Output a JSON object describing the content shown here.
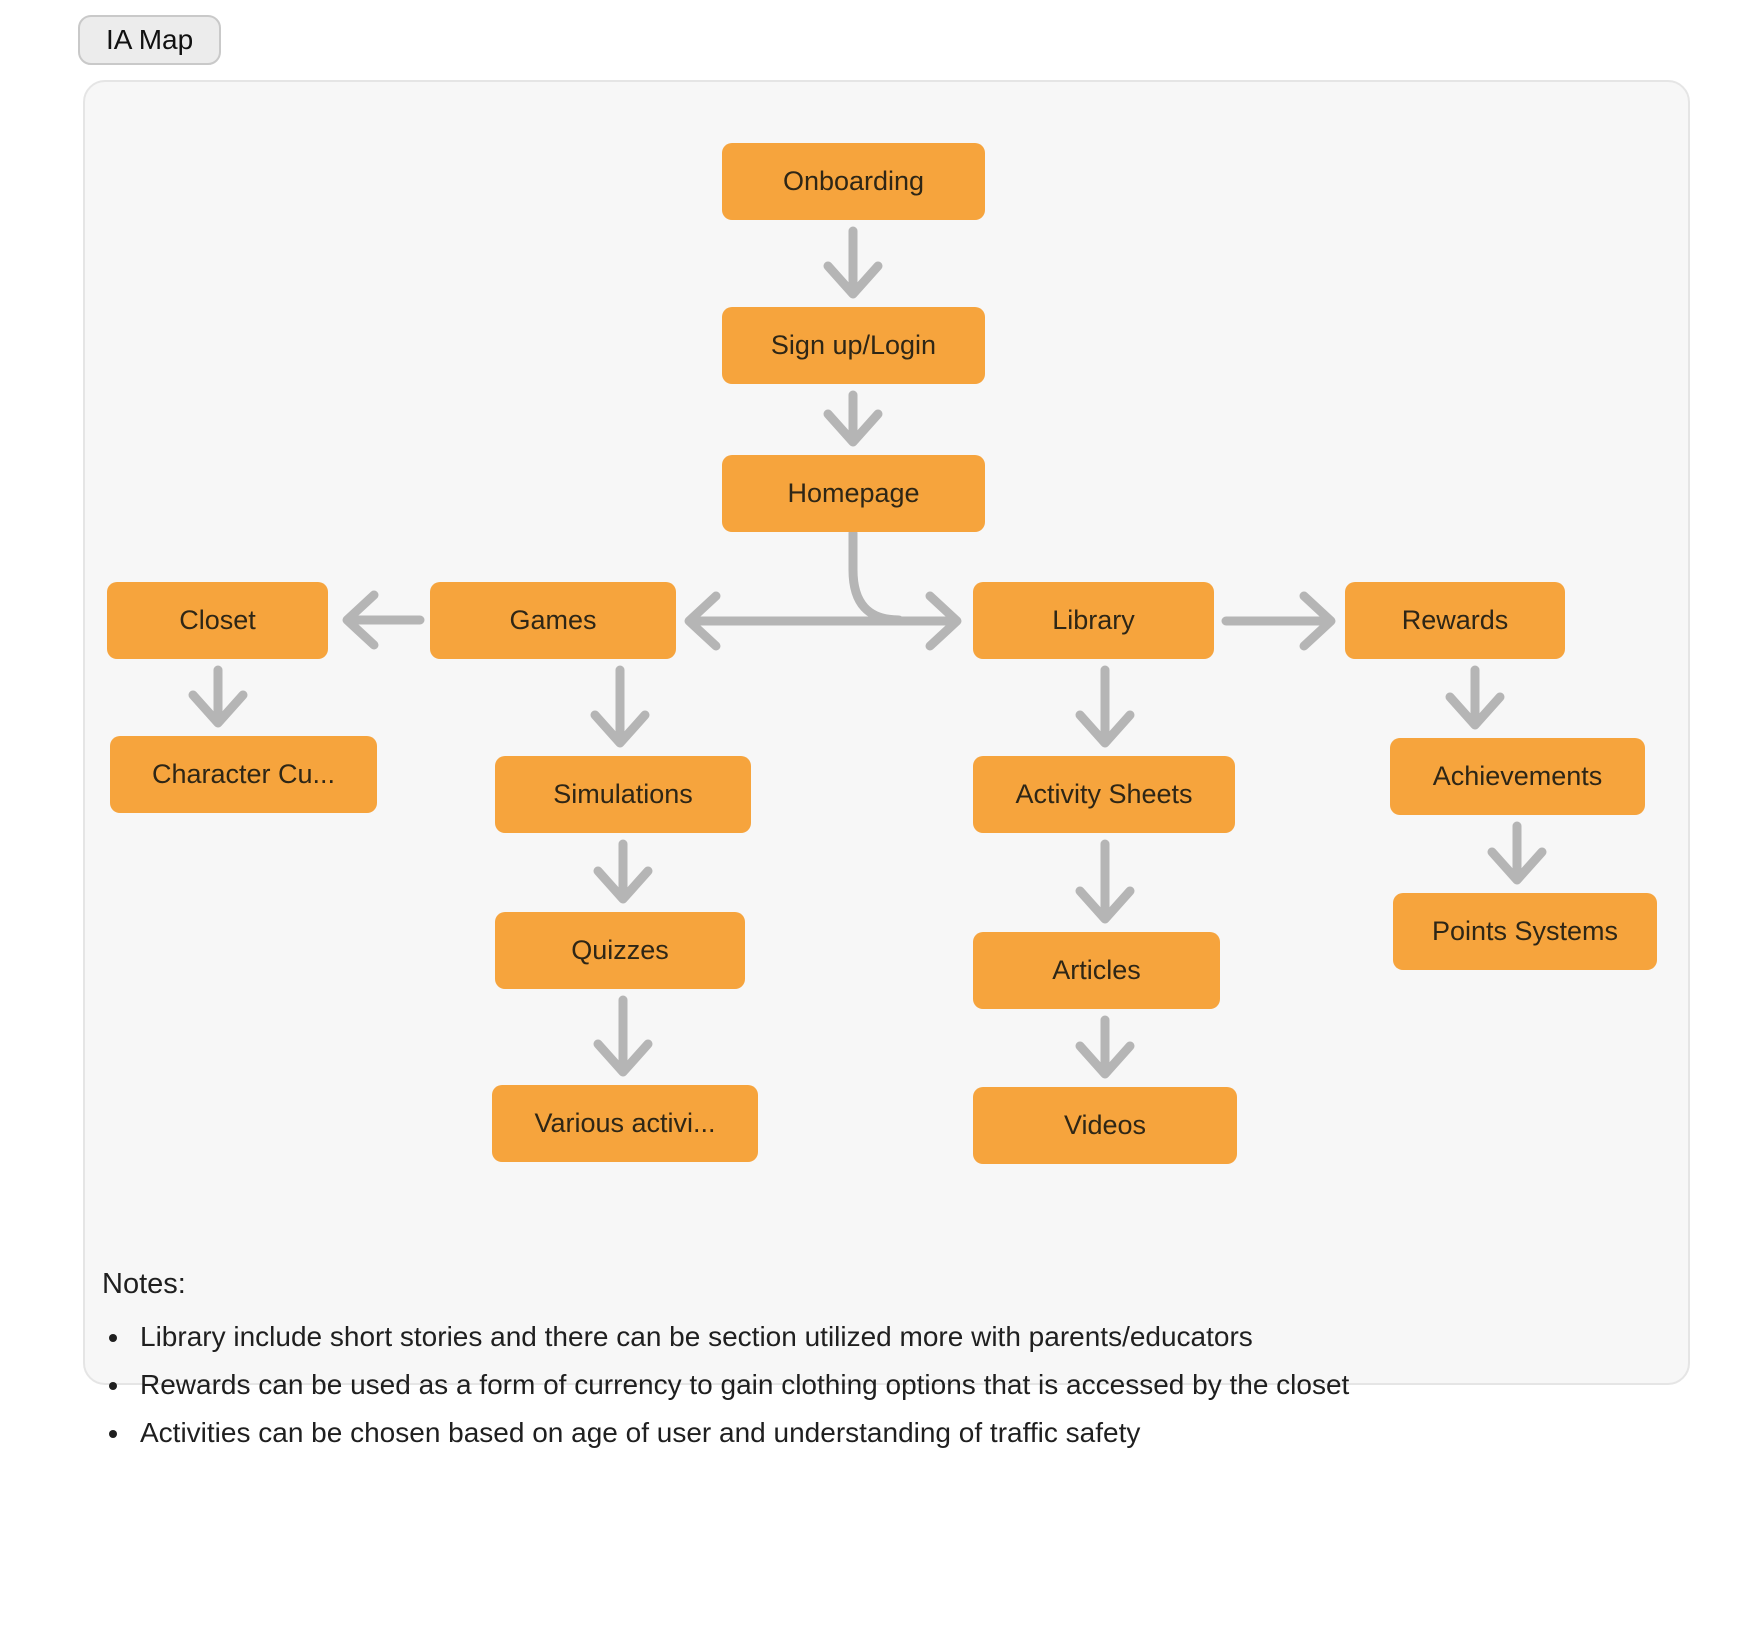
{
  "badge": {
    "label": "IA Map"
  },
  "diagram": {
    "nodes": {
      "onboarding": "Onboarding",
      "signup_login": "Sign up/Login",
      "homepage": "Homepage",
      "closet": "Closet",
      "games": "Games",
      "library": "Library",
      "rewards": "Rewards",
      "character_customization": "Character Cu...",
      "simulations": "Simulations",
      "quizzes": "Quizzes",
      "various_activities": "Various activi...",
      "activity_sheets": "Activity Sheets",
      "articles": "Articles",
      "videos": "Videos",
      "achievements": "Achievements",
      "points_systems": "Points Systems"
    },
    "edges": [
      {
        "from": "Onboarding",
        "to": "Sign up/Login"
      },
      {
        "from": "Sign up/Login",
        "to": "Homepage"
      },
      {
        "from": "Homepage",
        "to": "Games"
      },
      {
        "from": "Homepage",
        "to": "Library"
      },
      {
        "from": "Games",
        "to": "Closet"
      },
      {
        "from": "Library",
        "to": "Rewards"
      },
      {
        "from": "Closet",
        "to": "Character Cu..."
      },
      {
        "from": "Games",
        "to": "Simulations"
      },
      {
        "from": "Simulations",
        "to": "Quizzes"
      },
      {
        "from": "Quizzes",
        "to": "Various activi..."
      },
      {
        "from": "Library",
        "to": "Activity Sheets"
      },
      {
        "from": "Activity Sheets",
        "to": "Articles"
      },
      {
        "from": "Articles",
        "to": "Videos"
      },
      {
        "from": "Rewards",
        "to": "Achievements"
      },
      {
        "from": "Achievements",
        "to": "Points Systems"
      }
    ]
  },
  "notes": {
    "title": "Notes:",
    "items": [
      "Library include short stories and there can be section utilized more with parents/educators",
      "Rewards can be used as a form of currency to gain clothing options that is accessed by the closet",
      "Activities can be chosen based on age of user and understanding of traffic safety"
    ]
  },
  "colors": {
    "node_fill": "#F6A43D",
    "node_text": "#2E2616",
    "arrow": "#B5B5B5",
    "panel_bg": "#F7F7F7",
    "panel_border": "#E5E5E5",
    "badge_bg": "#ECECEC",
    "badge_border": "#C9C9C9"
  }
}
